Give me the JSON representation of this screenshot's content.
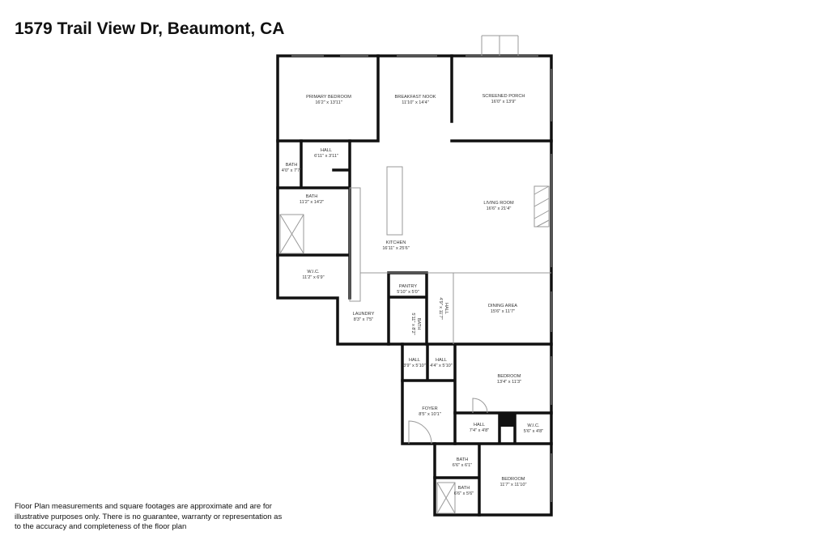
{
  "title": "1579 Trail View Dr, Beaumont, CA",
  "disclaimer": "Floor Plan measurements and square footages are approximate and are for illustrative purposes only. There is no guarantee, warranty or representation as to the accuracy and completeness of the floor plan",
  "rooms": [
    {
      "name": "PRIMARY BEDROOM",
      "size": "16'2\" x 13'11\""
    },
    {
      "name": "BREAKFAST NOOK",
      "size": "11'10\" x 14'4\""
    },
    {
      "name": "SCREENED PORCH",
      "size": "16'0\" x 13'9\""
    },
    {
      "name": "HALL",
      "size": "6'11\" x 3'11\""
    },
    {
      "name": "BATH",
      "size": "4'0\" x 7'7\""
    },
    {
      "name": "BATH",
      "size": "11'2\" x 14'2\""
    },
    {
      "name": "LIVING ROOM",
      "size": "16'6\" x 21'4\""
    },
    {
      "name": "KITCHEN",
      "size": "16'11\" x 25'6\""
    },
    {
      "name": "W.I.C.",
      "size": "11'2\" x 6'9\""
    },
    {
      "name": "PANTRY",
      "size": "5'10\" x 5'0\""
    },
    {
      "name": "LAUNDRY",
      "size": "8'3\" x 7'5\""
    },
    {
      "name": "BATH",
      "size": "5'11\" x 8'2\""
    },
    {
      "name": "HALL",
      "size": "4'9\" x 11'7\""
    },
    {
      "name": "DINING AREA",
      "size": "15'6\" x 11'7\""
    },
    {
      "name": "HALL",
      "size": "3'9\" x 5'10\""
    },
    {
      "name": "HALL",
      "size": "4'4\" x 5'10\""
    },
    {
      "name": "BEDROOM",
      "size": "13'4\" x 11'3\""
    },
    {
      "name": "FOYER",
      "size": "8'5\" x 10'1\""
    },
    {
      "name": "HALL",
      "size": "7'4\" x 4'8\""
    },
    {
      "name": "W.I.C.",
      "size": "5'6\" x 4'8\""
    },
    {
      "name": "BATH",
      "size": "6'6\" x 6'1\""
    },
    {
      "name": "BEDROOM",
      "size": "11'7\" x 11'10\""
    },
    {
      "name": "BATH",
      "size": "6'6\" x 5'6\""
    }
  ]
}
